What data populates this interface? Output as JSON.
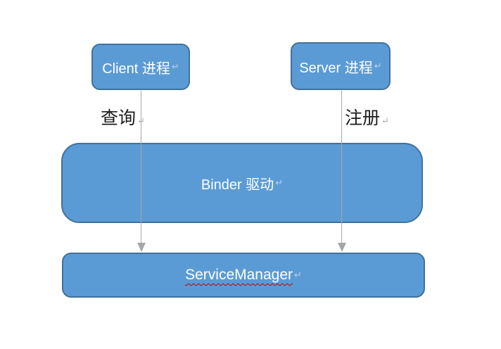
{
  "diagram": {
    "description_topic": "Binder IPC architecture",
    "nodes": {
      "client": {
        "label": "Client 进程",
        "mark": "↵"
      },
      "server": {
        "label": "Server 进程",
        "mark": "↵"
      },
      "binder": {
        "label": "Binder 驱动",
        "mark": "↵"
      },
      "service_manager": {
        "label": "ServiceManager",
        "mark": "↵"
      }
    },
    "edges": {
      "query": {
        "label": "查询",
        "mark": "↵",
        "from": "client",
        "to": "service_manager"
      },
      "register": {
        "label": "注册",
        "mark": "↵",
        "from": "server",
        "to": "service_manager"
      }
    }
  },
  "colors": {
    "box_fill": "#5b9bd5",
    "box_border": "#41719c",
    "arrow": "#a6a6a6",
    "label_text": "#1b1b1b",
    "box_text": "#ffffff",
    "spell_underline": "#c00000",
    "mark": "#9a9a9a",
    "canvas_bg": "#ffffff"
  }
}
